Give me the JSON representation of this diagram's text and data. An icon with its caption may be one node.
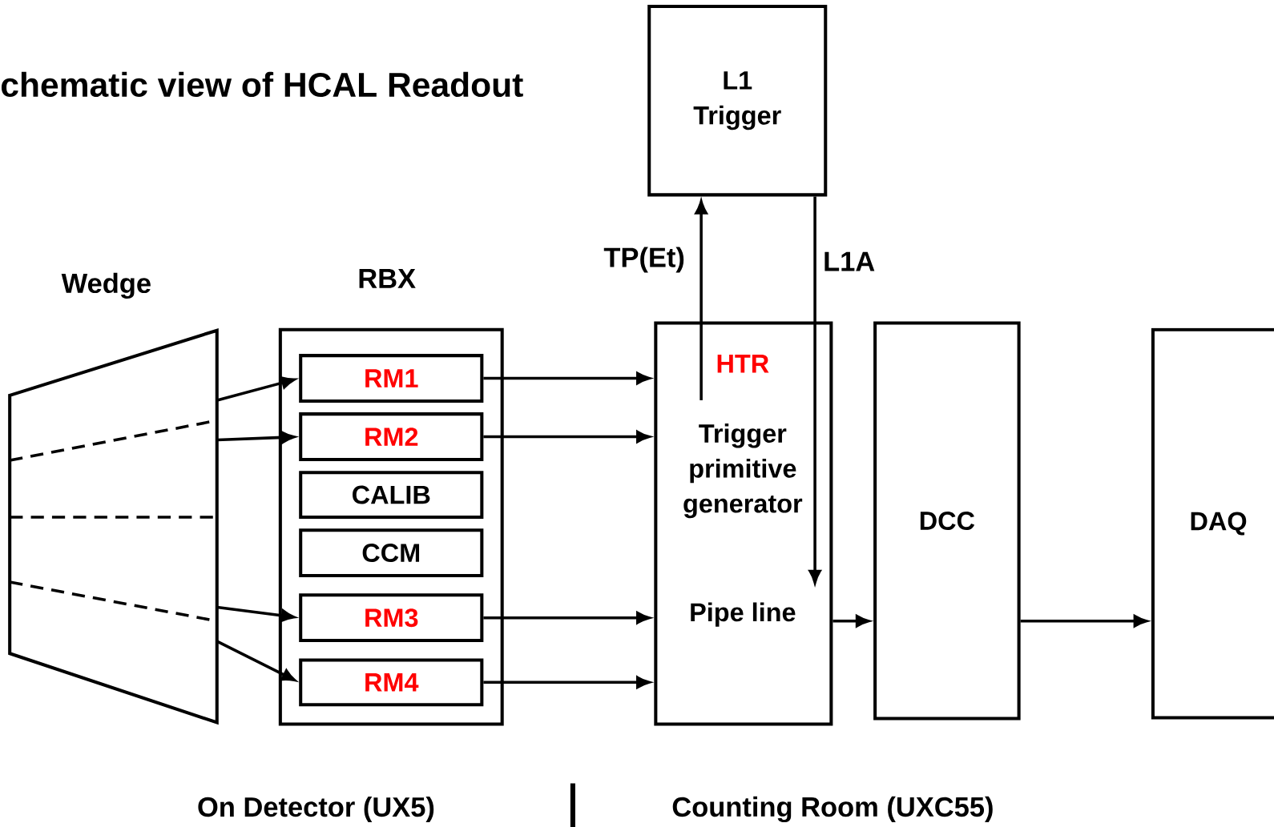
{
  "diagram": {
    "title": "chematic view of HCAL Readout",
    "nodes": [
      {
        "text": [
          "Wedge"
        ]
      },
      {
        "text": [
          "RBX"
        ]
      },
      {
        "text": [
          "RM1"
        ],
        "in": 1
      },
      {
        "text": [
          "RM2"
        ],
        "in": 1
      },
      {
        "text": [
          "CALIB"
        ],
        "in": 1
      },
      {
        "text": [
          "CCM"
        ],
        "in": 1
      },
      {
        "text": [
          "RM3"
        ],
        "in": 1
      },
      {
        "text": [
          "RM4"
        ],
        "in": 1
      },
      {
        "text": [
          "L1 Trigger"
        ]
      },
      {
        "text": [
          "HTR",
          "Trigger primitive generator"
        ]
      },
      {
        "text": [
          "Pipe line"
        ],
        "in": 9
      },
      {
        "text": [
          "DCC"
        ]
      },
      {
        "text": [
          "DAQ"
        ]
      }
    ],
    "edges": [
      {
        "from": 0,
        "to": 2,
        "arrow": "to"
      },
      {
        "from": 0,
        "to": 3,
        "arrow": "to"
      },
      {
        "from": 0,
        "to": 6,
        "arrow": "to"
      },
      {
        "from": 0,
        "to": 7,
        "arrow": "to"
      },
      {
        "from": 2,
        "to": 9,
        "arrow": "to"
      },
      {
        "from": 3,
        "to": 9,
        "arrow": "to"
      },
      {
        "from": 6,
        "to": 9,
        "arrow": "to"
      },
      {
        "from": 7,
        "to": 9,
        "arrow": "to"
      },
      {
        "from": 9,
        "to": 8,
        "arrow": "to",
        "label": "TP(Et)"
      },
      {
        "from": 8,
        "to": 10,
        "arrow": "to",
        "label": "L1A"
      },
      {
        "from": 9,
        "to": 11,
        "arrow": "to"
      },
      {
        "from": 11,
        "to": 12,
        "arrow": "to"
      }
    ],
    "labels": [
      "On Detector (UX5)",
      "Counting Room (UXC55)"
    ]
  }
}
